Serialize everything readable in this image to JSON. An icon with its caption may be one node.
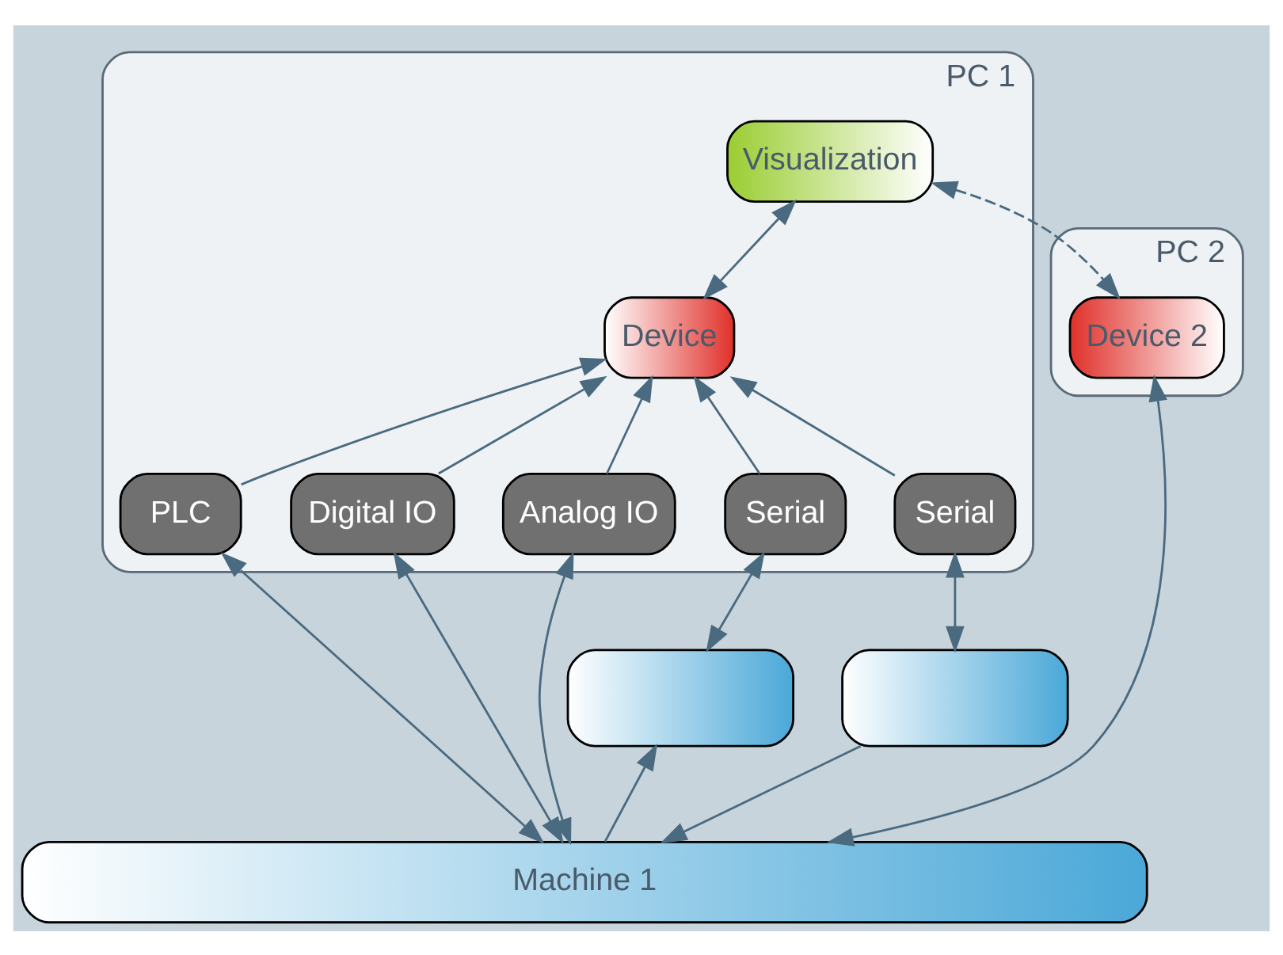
{
  "diagram": {
    "nodes": [
      {
        "text": [
          "PC 1"
        ]
      },
      {
        "text": [
          "Visualization"
        ],
        "in": 0
      },
      {
        "text": [
          "Device"
        ],
        "in": 0
      },
      {
        "text": [
          "PLC"
        ],
        "in": 0
      },
      {
        "text": [
          "Digital IO"
        ],
        "in": 0
      },
      {
        "text": [
          "Analog IO"
        ],
        "in": 0
      },
      {
        "text": [
          "Serial"
        ],
        "in": 0
      },
      {
        "text": [
          "Serial"
        ],
        "in": 0
      },
      {
        "text": [
          "PC 2"
        ]
      },
      {
        "text": [
          "Device 2"
        ],
        "in": 8
      },
      {
        "text": [],
        "shape": "box"
      },
      {
        "text": [],
        "shape": "box"
      },
      {
        "text": [
          "Machine 1"
        ]
      }
    ],
    "edges": [
      {
        "from": 1,
        "to": 2,
        "arrow": "both"
      },
      {
        "from": 9,
        "to": 1,
        "arrow": "both",
        "style": "dashed"
      },
      {
        "from": 3,
        "to": 2,
        "arrow": "to"
      },
      {
        "from": 4,
        "to": 2,
        "arrow": "to"
      },
      {
        "from": 5,
        "to": 2,
        "arrow": "to"
      },
      {
        "from": 6,
        "to": 2,
        "arrow": "to"
      },
      {
        "from": 7,
        "to": 2,
        "arrow": "to"
      },
      {
        "from": 3,
        "to": 12,
        "arrow": "both"
      },
      {
        "from": 4,
        "to": 12,
        "arrow": "both"
      },
      {
        "from": 5,
        "to": 12,
        "arrow": "both"
      },
      {
        "from": 6,
        "to": 10,
        "arrow": "both"
      },
      {
        "from": 12,
        "to": 10,
        "arrow": "to"
      },
      {
        "from": 7,
        "to": 11,
        "arrow": "both"
      },
      {
        "from": 11,
        "to": 12,
        "arrow": "to"
      },
      {
        "from": 9,
        "to": 12,
        "arrow": "both"
      }
    ]
  }
}
